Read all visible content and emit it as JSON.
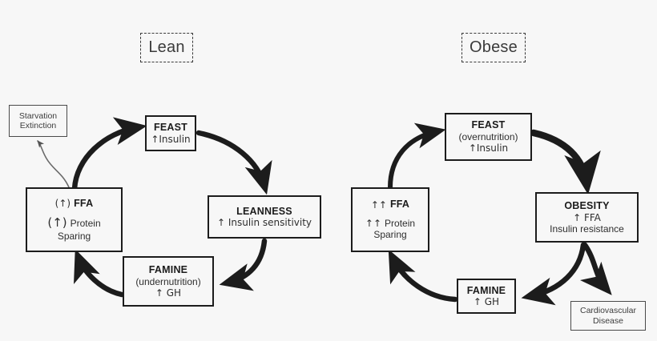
{
  "figure": {
    "type": "cycle-diagram",
    "background_color": "#f7f7f7",
    "stroke_color": "#1c1c1c",
    "panels": [
      "Lean",
      "Obese"
    ]
  },
  "lean": {
    "title": "Lean",
    "starvation": {
      "line1": "Starvation",
      "line2": "Extinction"
    },
    "feast": {
      "header": "FEAST",
      "line2": "↑Insulin"
    },
    "leanness": {
      "header": "LEANNESS",
      "line2": "↑ Insulin sensitivity"
    },
    "famine": {
      "header": "FAMINE",
      "line2": "(undernutrition)",
      "line3": "↑ GH"
    },
    "ffa": {
      "line1_arrow": "(↑)",
      "line1_label": "FFA",
      "line2_arrow": "(↑)",
      "line2_label": "Protein",
      "line3_label": "Sparing"
    }
  },
  "obese": {
    "title": "Obese",
    "feast": {
      "header": "FEAST",
      "line2": "(overnutrition)",
      "line3": "↑Insulin"
    },
    "obesity": {
      "header": "OBESITY",
      "line2": "↑ FFA",
      "line3": "Insulin resistance"
    },
    "famine": {
      "header": "FAMINE",
      "line2": "↑ GH"
    },
    "ffa": {
      "line1_arrow": "↑↑",
      "line1_label": "FFA",
      "line2_arrow": "↑↑",
      "line2_label": "Protein",
      "line3_label": "Sparing"
    },
    "cvd": {
      "line1": "Cardiovascular",
      "line2": "Disease"
    }
  },
  "edges": [
    {
      "from": "lean-ffa",
      "to": "lean-feast",
      "style": "thick-curve"
    },
    {
      "from": "lean-feast",
      "to": "lean-leanness",
      "style": "thick-curve"
    },
    {
      "from": "lean-leanness",
      "to": "lean-famine",
      "style": "thick-curve"
    },
    {
      "from": "lean-famine",
      "to": "lean-ffa",
      "style": "thick-curve"
    },
    {
      "from": "lean-ffa",
      "to": "lean-starvation",
      "style": "thin-squiggle"
    },
    {
      "from": "obese-ffa",
      "to": "obese-feast",
      "style": "thick-curve"
    },
    {
      "from": "obese-feast",
      "to": "obese-obesity",
      "style": "thick-curve"
    },
    {
      "from": "obese-obesity",
      "to": "obese-famine",
      "style": "thick-curve"
    },
    {
      "from": "obese-famine",
      "to": "obese-ffa",
      "style": "thick-curve"
    },
    {
      "from": "obese-obesity",
      "to": "obese-cvd",
      "style": "thick-curve"
    }
  ]
}
